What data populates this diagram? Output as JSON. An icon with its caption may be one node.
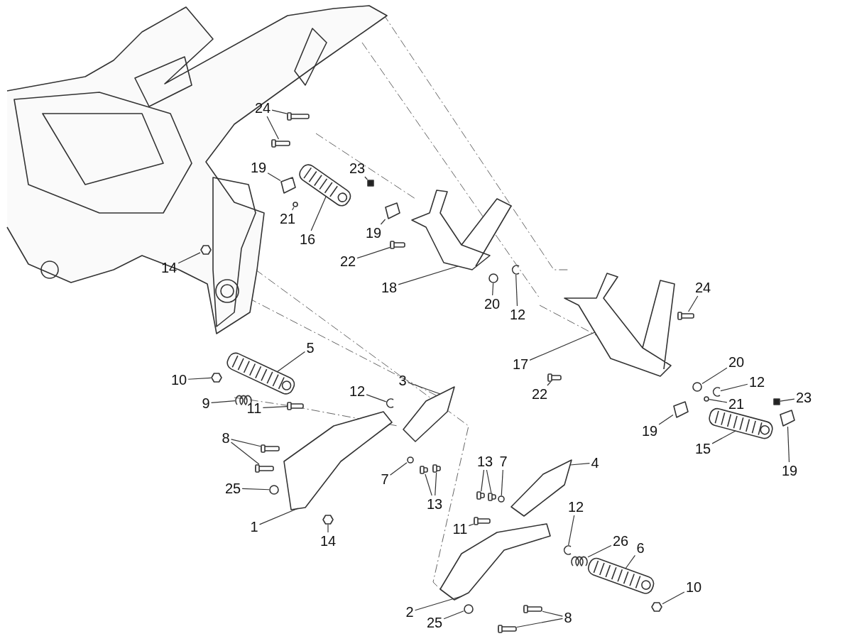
{
  "diagram": {
    "nodes": [
      {
        "text": [
          "24"
        ]
      },
      {
        "text": [
          "19"
        ]
      },
      {
        "text": [
          "23"
        ]
      },
      {
        "text": [
          "21"
        ]
      },
      {
        "text": [
          "16"
        ]
      },
      {
        "text": [
          "19"
        ]
      },
      {
        "text": [
          "22"
        ]
      },
      {
        "text": [
          "14"
        ]
      },
      {
        "text": [
          "18"
        ]
      },
      {
        "text": [
          "20"
        ]
      },
      {
        "text": [
          "12"
        ]
      },
      {
        "text": [
          "24"
        ]
      },
      {
        "text": [
          "17"
        ]
      },
      {
        "text": [
          "22"
        ]
      },
      {
        "text": [
          "20"
        ]
      },
      {
        "text": [
          "12"
        ]
      },
      {
        "text": [
          "23"
        ]
      },
      {
        "text": [
          "21"
        ]
      },
      {
        "text": [
          "5"
        ]
      },
      {
        "text": [
          "10"
        ]
      },
      {
        "text": [
          "9"
        ]
      },
      {
        "text": [
          "3"
        ]
      },
      {
        "text": [
          "12"
        ]
      },
      {
        "text": [
          "11"
        ]
      },
      {
        "text": [
          "8"
        ]
      },
      {
        "text": [
          "25"
        ]
      },
      {
        "text": [
          "14"
        ]
      },
      {
        "text": [
          "1"
        ]
      },
      {
        "text": [
          "7"
        ]
      },
      {
        "text": [
          "13"
        ]
      },
      {
        "text": [
          "19"
        ]
      },
      {
        "text": [
          "15"
        ]
      },
      {
        "text": [
          "19"
        ]
      },
      {
        "text": [
          "4"
        ]
      },
      {
        "text": [
          "13"
        ]
      },
      {
        "text": [
          "7"
        ]
      },
      {
        "text": [
          "11"
        ]
      },
      {
        "text": [
          "12"
        ]
      },
      {
        "text": [
          "26"
        ]
      },
      {
        "text": [
          "6"
        ]
      },
      {
        "text": [
          "10"
        ]
      },
      {
        "text": [
          "2"
        ]
      },
      {
        "text": [
          "8"
        ]
      },
      {
        "text": [
          "25"
        ]
      },
      {
        "text": [],
        "shape": "bar"
      },
      {
        "text": [],
        "shape": "bar"
      },
      {
        "text": [],
        "shape": "picture"
      },
      {
        "text": [],
        "shape": "box"
      },
      {
        "text": [],
        "shape": "circle"
      },
      {
        "text": [],
        "shape": "picture"
      },
      {
        "text": [],
        "shape": "picture"
      },
      {
        "text": [],
        "shape": "bar"
      },
      {
        "text": [],
        "shape": "hexagon"
      },
      {
        "text": [],
        "shape": "picture"
      },
      {
        "text": [],
        "shape": "circle"
      },
      {
        "text": [],
        "shape": "picture"
      },
      {
        "text": [],
        "shape": "bar"
      },
      {
        "text": [],
        "shape": "picture"
      },
      {
        "text": [],
        "shape": "bar"
      },
      {
        "text": [],
        "shape": "circle"
      },
      {
        "text": [],
        "shape": "picture"
      },
      {
        "text": [],
        "shape": "box"
      },
      {
        "text": [],
        "shape": "circle"
      },
      {
        "text": [],
        "shape": "picture"
      },
      {
        "text": [],
        "shape": "hexagon"
      },
      {
        "text": [],
        "shape": "picture"
      },
      {
        "text": [],
        "shape": "picture"
      },
      {
        "text": [],
        "shape": "picture"
      },
      {
        "text": [],
        "shape": "bar"
      },
      {
        "text": [],
        "shape": "bar"
      },
      {
        "text": [],
        "shape": "bar"
      },
      {
        "text": [],
        "shape": "circle"
      },
      {
        "text": [],
        "shape": "hexagon"
      },
      {
        "text": [],
        "shape": "picture"
      },
      {
        "text": [],
        "shape": "circle"
      },
      {
        "text": [],
        "shape": "bar"
      },
      {
        "text": [],
        "shape": "bar"
      },
      {
        "text": [],
        "shape": "picture"
      },
      {
        "text": [],
        "shape": "picture"
      },
      {
        "text": [],
        "shape": "picture"
      },
      {
        "text": [],
        "shape": "picture"
      },
      {
        "text": [],
        "shape": "bar"
      },
      {
        "text": [],
        "shape": "bar"
      },
      {
        "text": [],
        "shape": "circle"
      },
      {
        "text": [],
        "shape": "bar"
      },
      {
        "text": [],
        "shape": "picture"
      },
      {
        "text": [],
        "shape": "picture"
      },
      {
        "text": [],
        "shape": "picture"
      },
      {
        "text": [],
        "shape": "hexagon"
      },
      {
        "text": [],
        "shape": "picture"
      },
      {
        "text": [],
        "shape": "bar"
      },
      {
        "text": [],
        "shape": "bar"
      },
      {
        "text": [],
        "shape": "circle"
      }
    ],
    "edges": [
      {
        "from": 0,
        "to": 44,
        "arrow": "none"
      },
      {
        "from": 0,
        "to": 45,
        "arrow": "none"
      },
      {
        "from": 1,
        "to": 46,
        "arrow": "none"
      },
      {
        "from": 2,
        "to": 47,
        "arrow": "none"
      },
      {
        "from": 3,
        "to": 48,
        "arrow": "none"
      },
      {
        "from": 4,
        "to": 49,
        "arrow": "none"
      },
      {
        "from": 5,
        "to": 50,
        "arrow": "none"
      },
      {
        "from": 6,
        "to": 51,
        "arrow": "none"
      },
      {
        "from": 7,
        "to": 52,
        "arrow": "none"
      },
      {
        "from": 8,
        "to": 53,
        "arrow": "none"
      },
      {
        "from": 9,
        "to": 54,
        "arrow": "none"
      },
      {
        "from": 10,
        "to": 55,
        "arrow": "none"
      },
      {
        "from": 11,
        "to": 56,
        "arrow": "none"
      },
      {
        "from": 12,
        "to": 57,
        "arrow": "none"
      },
      {
        "from": 13,
        "to": 58,
        "arrow": "none"
      },
      {
        "from": 14,
        "to": 59,
        "arrow": "none"
      },
      {
        "from": 15,
        "to": 60,
        "arrow": "none"
      },
      {
        "from": 16,
        "to": 61,
        "arrow": "none"
      },
      {
        "from": 17,
        "to": 62,
        "arrow": "none"
      },
      {
        "from": 18,
        "to": 63,
        "arrow": "none"
      },
      {
        "from": 19,
        "to": 64,
        "arrow": "none"
      },
      {
        "from": 20,
        "to": 65,
        "arrow": "none"
      },
      {
        "from": 21,
        "to": 66,
        "arrow": "none"
      },
      {
        "from": 22,
        "to": 67,
        "arrow": "none"
      },
      {
        "from": 23,
        "to": 68,
        "arrow": "none"
      },
      {
        "from": 24,
        "to": 69,
        "arrow": "none"
      },
      {
        "from": 24,
        "to": 70,
        "arrow": "none"
      },
      {
        "from": 25,
        "to": 71,
        "arrow": "none"
      },
      {
        "from": 26,
        "to": 72,
        "arrow": "none"
      },
      {
        "from": 27,
        "to": 73,
        "arrow": "none"
      },
      {
        "from": 28,
        "to": 74,
        "arrow": "none"
      },
      {
        "from": 29,
        "to": 75,
        "arrow": "none"
      },
      {
        "from": 29,
        "to": 76,
        "arrow": "none"
      },
      {
        "from": 30,
        "to": 77,
        "arrow": "none"
      },
      {
        "from": 31,
        "to": 78,
        "arrow": "none"
      },
      {
        "from": 32,
        "to": 79,
        "arrow": "none"
      },
      {
        "from": 33,
        "to": 80,
        "arrow": "none"
      },
      {
        "from": 34,
        "to": 81,
        "arrow": "none"
      },
      {
        "from": 34,
        "to": 82,
        "arrow": "none"
      },
      {
        "from": 35,
        "to": 83,
        "arrow": "none"
      },
      {
        "from": 36,
        "to": 84,
        "arrow": "none"
      },
      {
        "from": 37,
        "to": 85,
        "arrow": "none"
      },
      {
        "from": 38,
        "to": 86,
        "arrow": "none"
      },
      {
        "from": 39,
        "to": 87,
        "arrow": "none"
      },
      {
        "from": 40,
        "to": 88,
        "arrow": "none"
      },
      {
        "from": 41,
        "to": 89,
        "arrow": "none"
      },
      {
        "from": 42,
        "to": 90,
        "arrow": "none"
      },
      {
        "from": 42,
        "to": 91,
        "arrow": "none"
      },
      {
        "from": 43,
        "to": 92,
        "arrow": "none"
      }
    ]
  }
}
